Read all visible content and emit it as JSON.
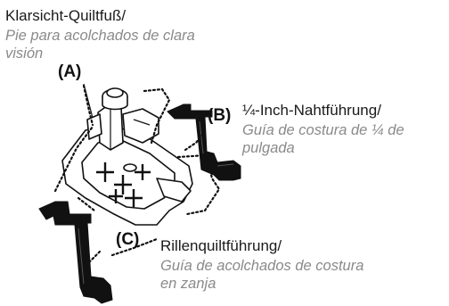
{
  "captions": {
    "main": {
      "de": "Klarsicht-Quiltfuß/",
      "es_line1": "Pie para acolchados de clara",
      "es_line2": "visión"
    },
    "b": {
      "de": "¼-Inch-Nahtführung/",
      "es_line1": "Guía de costura de ¼ de",
      "es_line2": "pulgada"
    },
    "c": {
      "de": "Rillenquiltführung/",
      "es_line1": "Guía de acolchados de costura",
      "es_line2": "en zanja"
    }
  },
  "callouts": {
    "a": "(A)",
    "b": "(B)",
    "c": "(C)"
  },
  "colors": {
    "ink": "#111111",
    "secondary_text": "#8a8a8a"
  }
}
